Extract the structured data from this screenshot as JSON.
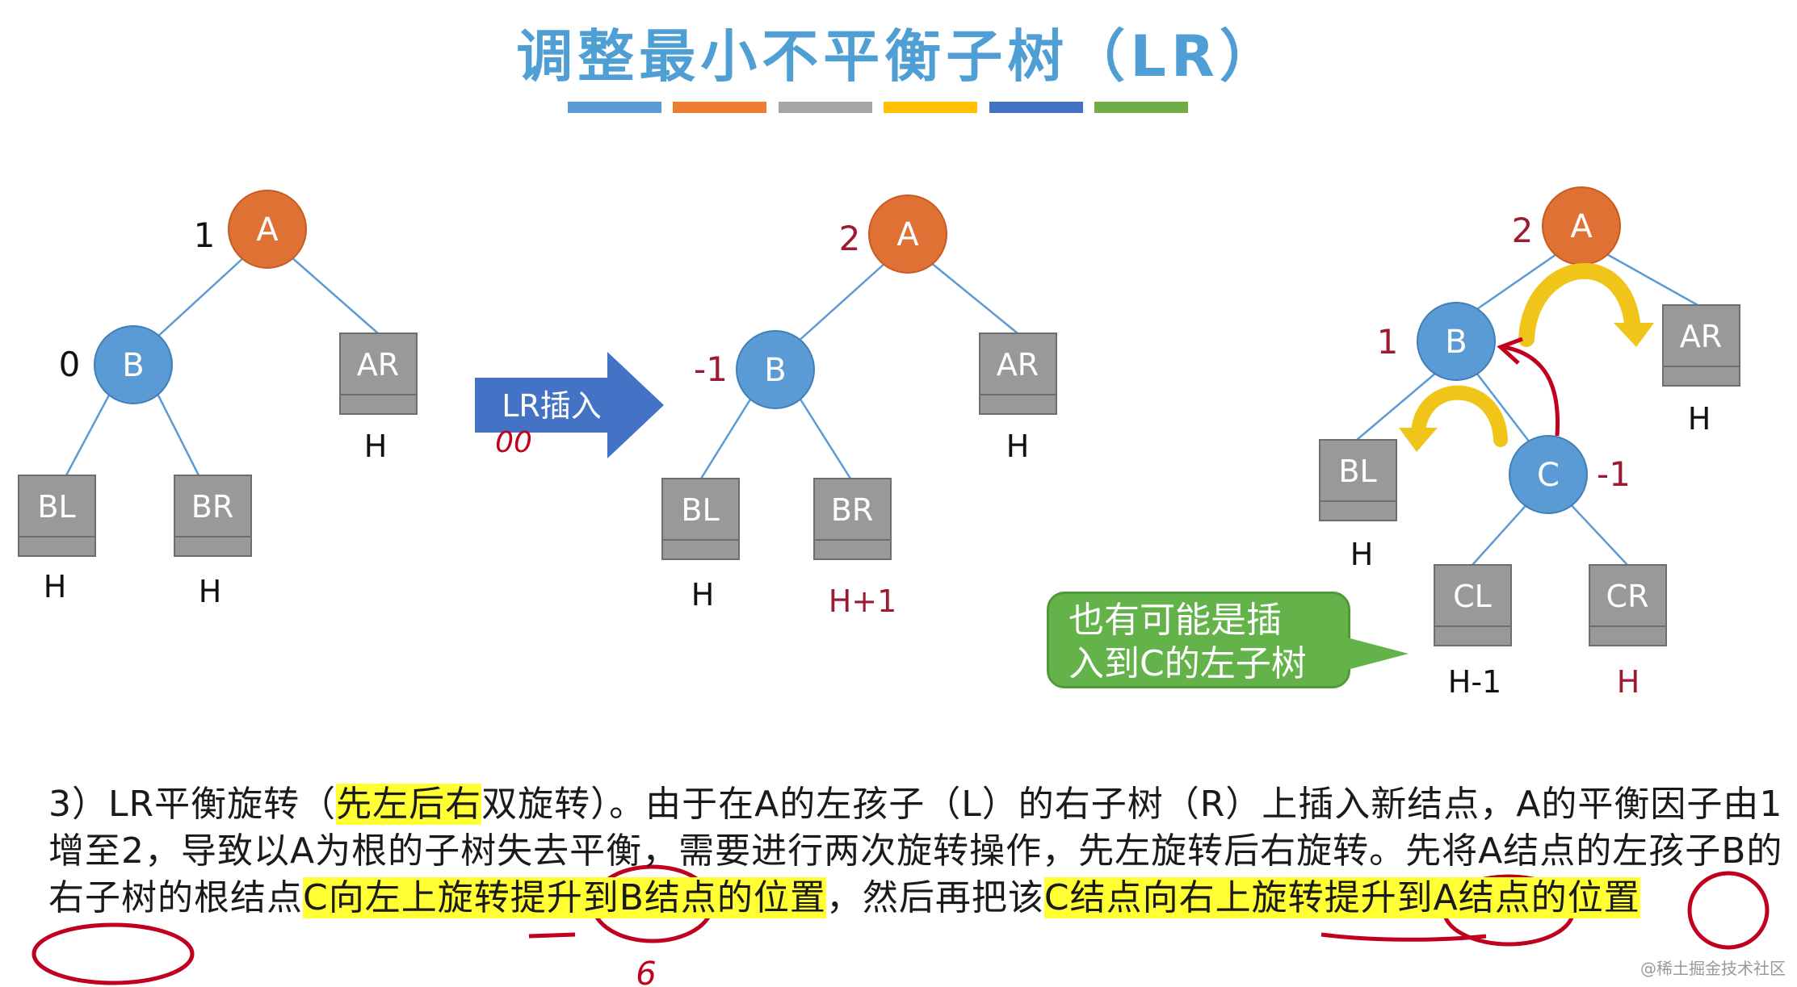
{
  "title": "调整最小不平衡子树（LR）",
  "colors": {
    "title": "#4f9fd5",
    "node_a": "#e07134",
    "node_b": "#5b9bd5",
    "box_fill": "#999999",
    "arrow": "#4472c4",
    "red_label": "#9b1b30",
    "highlight": "#ffff33",
    "callout": "#63b34a",
    "ink": "#c0001e",
    "rotate_arrow": "#f0c419",
    "bars": [
      "#5b9bd5",
      "#ed7d31",
      "#a5a5a5",
      "#ffc000",
      "#4472c4",
      "#70ad47"
    ]
  },
  "tree1": {
    "node_a": "A",
    "node_b": "B",
    "bf_a": "1",
    "bf_b": "0",
    "box_bl": "BL",
    "box_br": "BR",
    "box_ar": "AR",
    "h_bl": "H",
    "h_br": "H",
    "h_ar": "H"
  },
  "insert_arrow": {
    "label": "LR插入",
    "annotation": "00"
  },
  "tree2": {
    "node_a": "A",
    "node_b": "B",
    "bf_a": "2",
    "bf_b": "-1",
    "box_bl": "BL",
    "box_br": "BR",
    "box_ar": "AR",
    "h_bl": "H",
    "h_br": "H+1",
    "h_ar": "H"
  },
  "tree3": {
    "node_a": "A",
    "node_b": "B",
    "node_c": "C",
    "bf_a": "2",
    "bf_b": "1",
    "bf_c": "-1",
    "box_bl": "BL",
    "box_ar": "AR",
    "box_cl": "CL",
    "box_cr": "CR",
    "h_bl": "H",
    "h_ar": "H",
    "h_cl": "H-1",
    "h_cr": "H"
  },
  "callout": {
    "line1": "也有可能是插",
    "line2": "入到C的左子树"
  },
  "paragraph": {
    "p1": "3）LR平衡旋转（",
    "p2": "先左后右",
    "p3": "双旋转）。由于在A的左孩子（L）的右子树（R）上插入新结点，A的平衡因子由1增至2，导致以A为根的子树失去平衡，需要进行两次旋转操作，先左旋转后右旋转。先将A结点的左孩子B的右子树的根结点",
    "p4": "C向左上旋转提升到B结点的位置",
    "p5": "，然后再把该",
    "p6": "C结点向右上旋转提升到A结点的位置"
  },
  "ink_marks": {
    "under_c": "6"
  },
  "watermark": "@稀土掘金技术社区"
}
